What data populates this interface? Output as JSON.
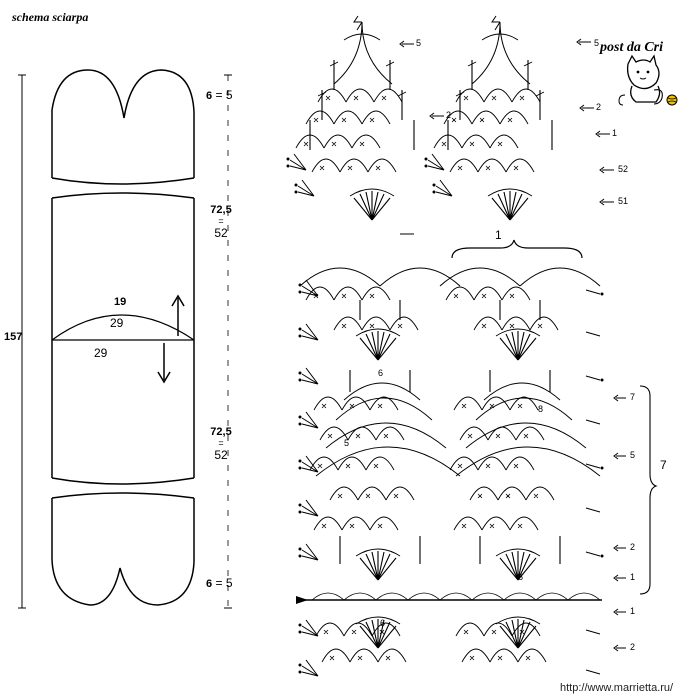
{
  "header": {
    "title": "schema sciarpa",
    "credit": "post da Cri"
  },
  "scarf": {
    "total_length": "157",
    "top_tip": {
      "bold": "6",
      "eq": "=",
      "regular": "5"
    },
    "top_body": {
      "bold": "72,5",
      "eq": "=",
      "regular": "52"
    },
    "bottom_body": {
      "bold": "72,5",
      "eq": "=",
      "regular": "52"
    },
    "bottom_tip": {
      "bold": "6",
      "eq": "=",
      "regular": "5"
    },
    "width_bold": "19",
    "width_arc": "29",
    "width_line": "29"
  },
  "edging_chart": {
    "row_labels": [
      "5",
      "2",
      "2",
      "1",
      "52",
      "51"
    ]
  },
  "body_chart": {
    "repeat_label": "1",
    "bracket_label": "7",
    "row_labels": [
      "7",
      "5",
      "2",
      "1",
      "1",
      "2"
    ],
    "inner_labels": [
      "6",
      "8",
      "5",
      "6",
      "6"
    ]
  },
  "watermark": "http://www.marrietta.ru/"
}
